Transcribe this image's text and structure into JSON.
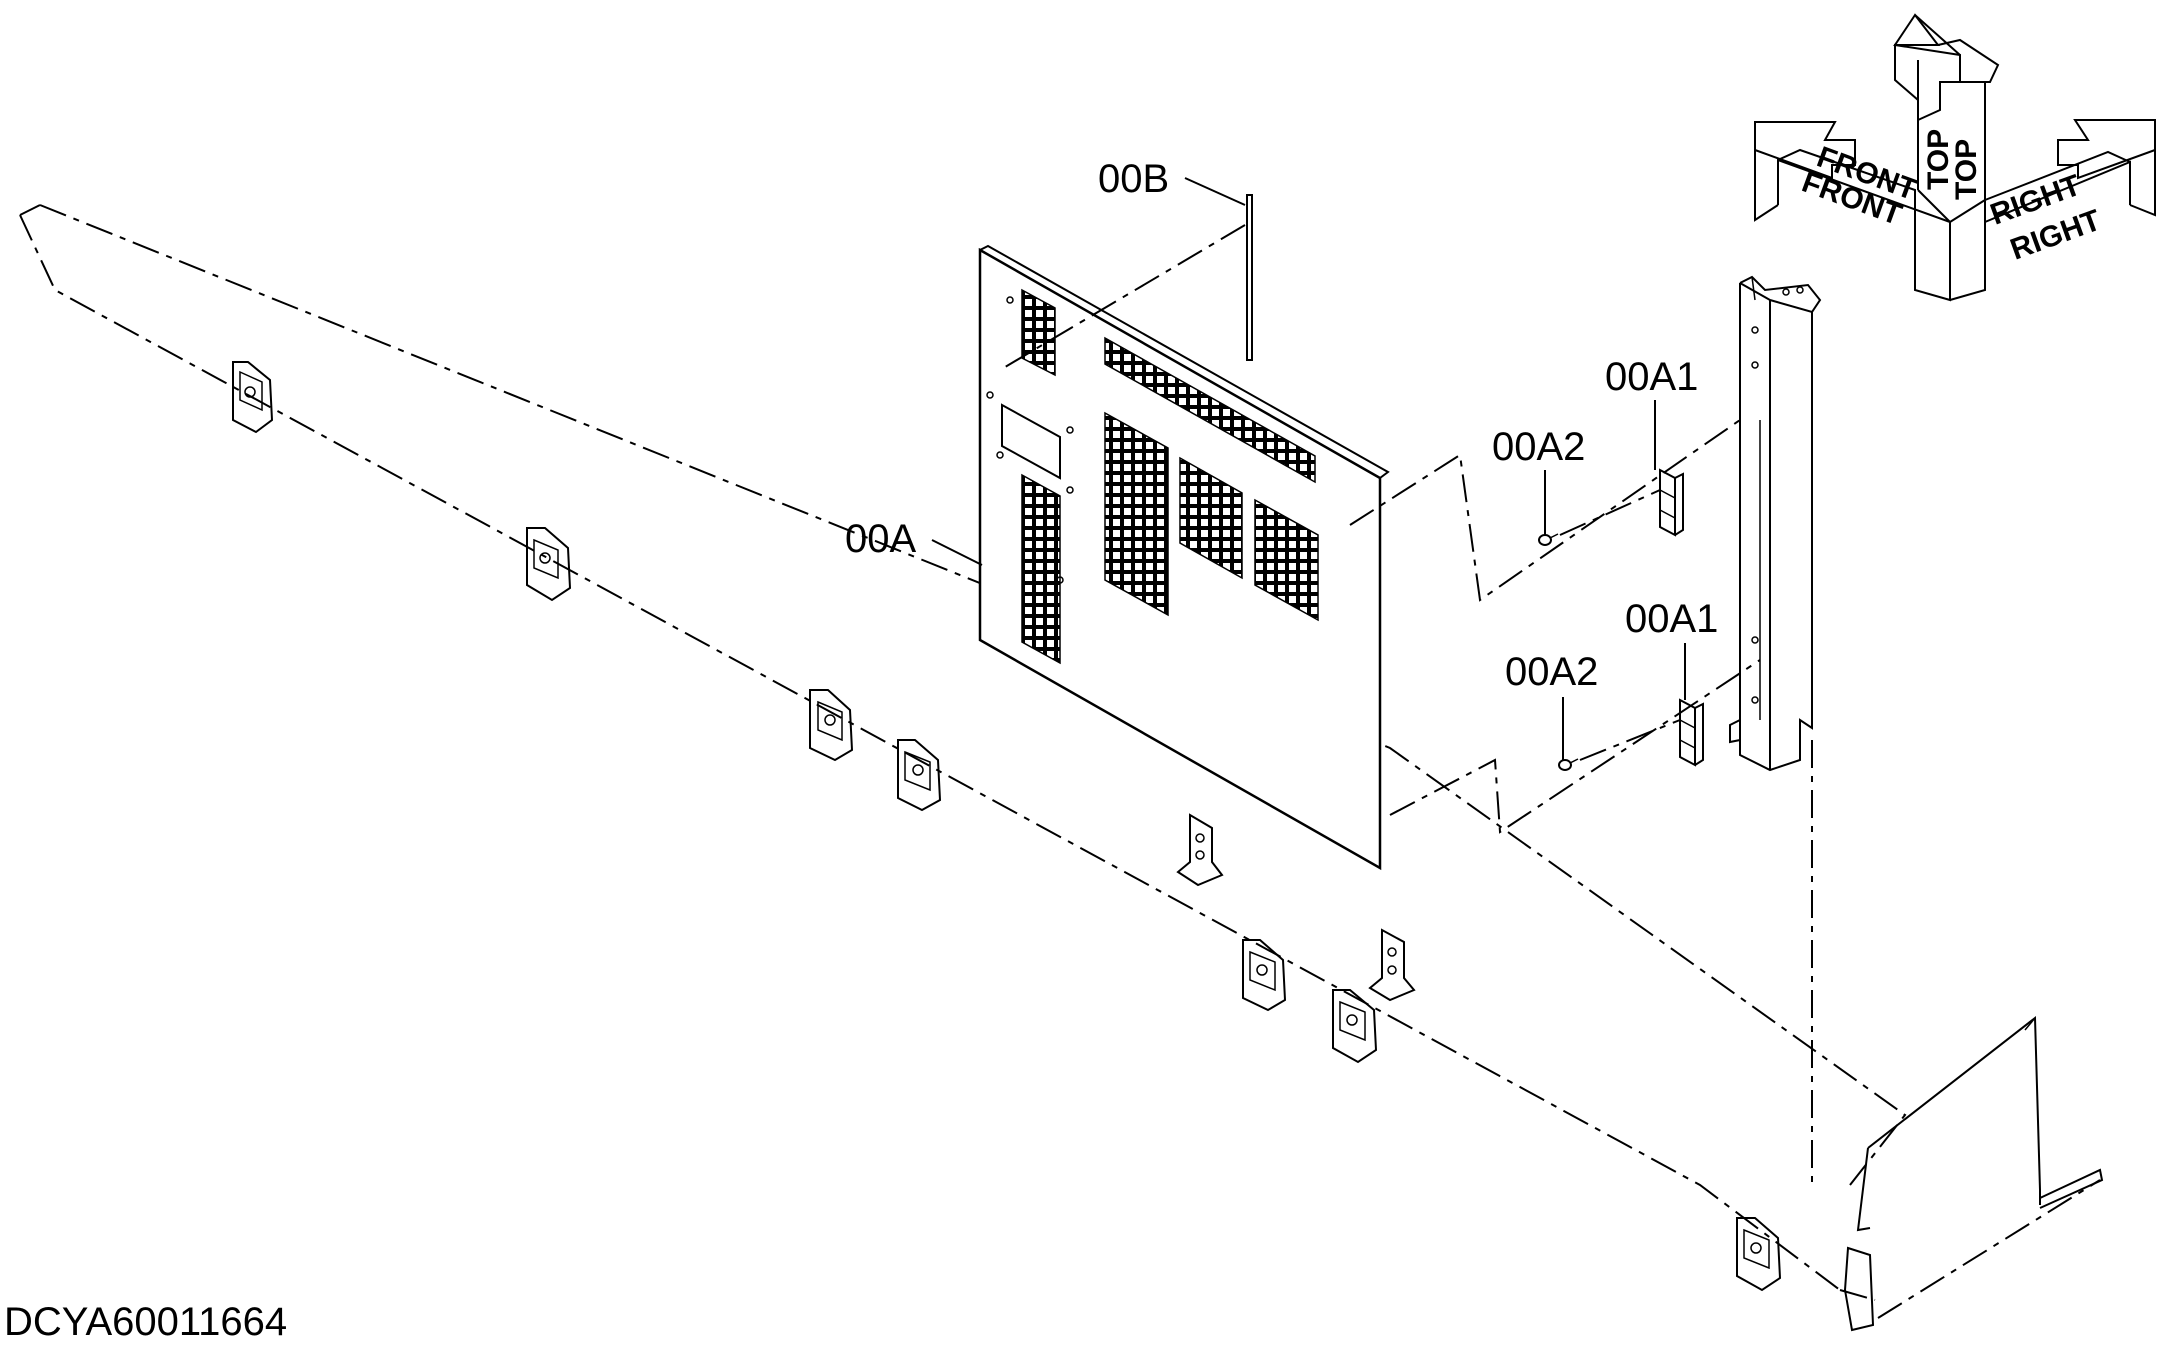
{
  "callouts": {
    "panel": "00A",
    "seal": "00B",
    "hinge_upper": "00A1",
    "bolt_upper": "00A2",
    "hinge_lower": "00A1",
    "bolt_lower": "00A2"
  },
  "orientation": {
    "front": "FRONT",
    "top": "TOP",
    "right": "RIGHT"
  },
  "drawing_code": "DCYA60011664"
}
